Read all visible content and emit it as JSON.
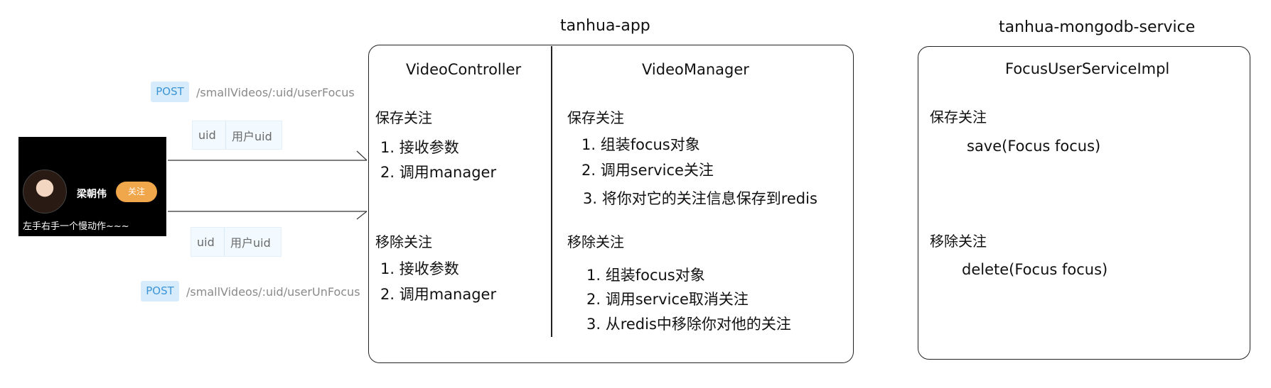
{
  "app_title": "tanhua-app",
  "service_title": "tanhua-mongodb-service",
  "phone": {
    "user_name": "梁朝伟",
    "follow_label": "关注",
    "caption": "左手右手一个慢动作~~~"
  },
  "follow_request": {
    "method": "POST",
    "path": "/smallVideos/:uid/userFocus",
    "param_key": "uid",
    "param_desc": "用户uid"
  },
  "unfollow_request": {
    "method": "POST",
    "path": "/smallVideos/:uid/userUnFocus",
    "param_key": "uid",
    "param_desc": "用户uid"
  },
  "controller": {
    "title": "VideoController",
    "save_section": "保存关注",
    "save_steps": [
      "1. 接收参数",
      "2. 调用manager"
    ],
    "remove_section": "移除关注",
    "remove_steps": [
      "1. 接收参数",
      "2. 调用manager"
    ]
  },
  "manager": {
    "title": "VideoManager",
    "save_section": "保存关注",
    "save_steps": [
      "1. 组装focus对象",
      "2. 调用service关注",
      "3. 将你对它的关注信息保存到redis"
    ],
    "remove_section": "移除关注",
    "remove_steps": [
      "1. 组装focus对象",
      "2. 调用service取消关注",
      "3. 从redis中移除你对他的关注"
    ]
  },
  "service": {
    "title": "FocusUserServiceImpl",
    "save_section": "保存关注",
    "save_method": "save(Focus focus)",
    "remove_section": "移除关注",
    "remove_method": "delete(Focus focus)"
  },
  "colors": {
    "post_badge_bg": "#d6ebfb",
    "post_badge_text": "#3d95d6",
    "follow_button": "#f0a64a",
    "param_bg": "#f2f9ff"
  }
}
